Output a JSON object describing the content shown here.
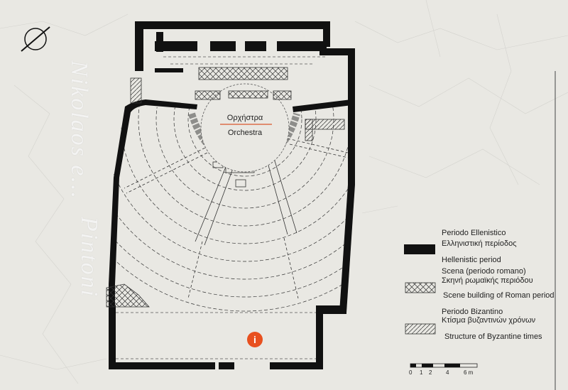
{
  "plan": {
    "orchestra_greek": "Ορχήστρα",
    "orchestra_english": "Orchestra",
    "info_icon_glyph": "i"
  },
  "legend": {
    "hellenistic": {
      "title": "Periodo Ellenistico",
      "greek": "Ελληνιστική περίοδος",
      "english": "Hellenistic period"
    },
    "roman": {
      "title": "Scena (periodo romano)",
      "greek": "Σκηνή ρωμαϊκής περιόδου",
      "english": "Scene building of Roman period"
    },
    "byzantine": {
      "title": "Periodo Bizantino",
      "greek": "Κτίσμα βυζαντινών χρόνων",
      "english": "Structure of Byzantine times"
    }
  },
  "scale": {
    "ticks": [
      "0",
      "1",
      "2",
      "4",
      "6 m"
    ]
  },
  "watermark": {
    "line1": "Nikolaos e...",
    "line2": "Pintoni"
  },
  "colors": {
    "background": "#e9e8e3",
    "wall": "#111111",
    "info_icon": "#e8501f",
    "orchestra_underline": "#d9542c"
  }
}
